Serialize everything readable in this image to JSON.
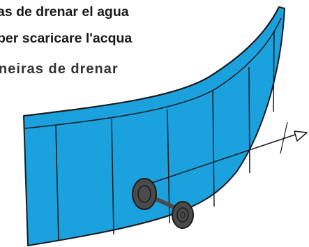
{
  "caption": {
    "spanish": "as de drenar el agua",
    "italian": "per scaricare l'acqua",
    "portuguese": "neiras de drenar"
  },
  "colors": {
    "pool_wall": "#1ba1dd",
    "outline": "#1a1a1a",
    "drain_plug": "#4a4a4a",
    "text": "#1a1a1a"
  },
  "icons": {
    "drain_valve": "drain-valve-icon",
    "pointer_arrow": "arrow-icon"
  }
}
